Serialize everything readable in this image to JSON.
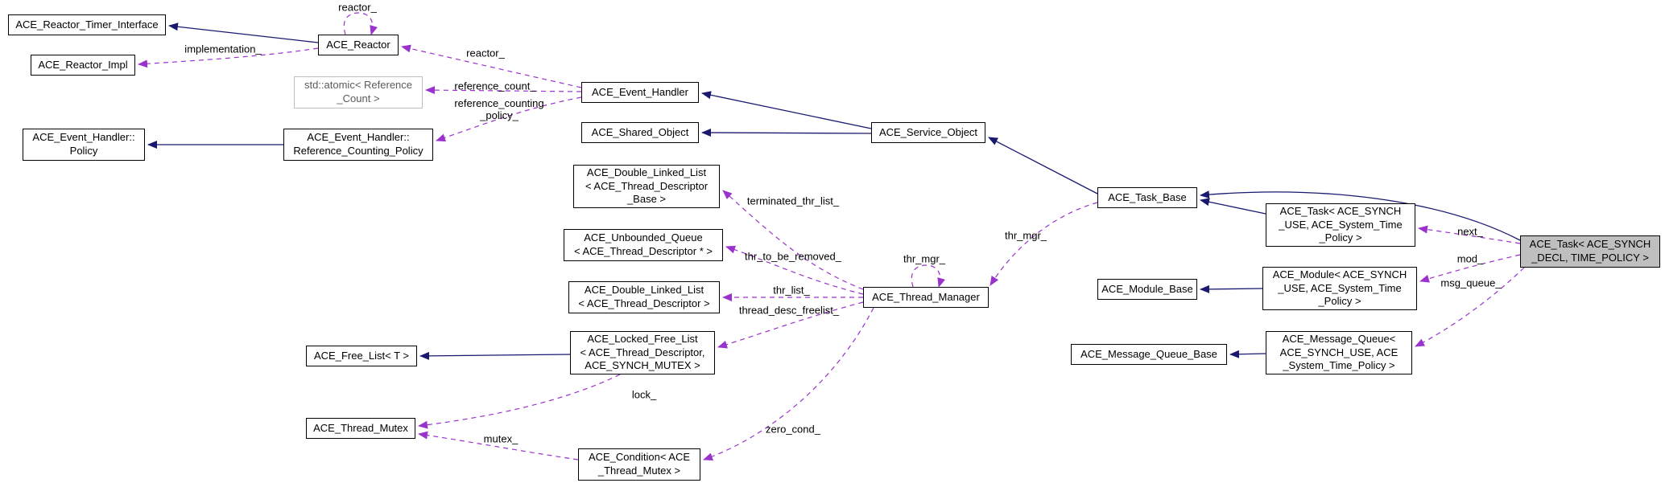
{
  "diagram": {
    "kind": "collaboration-graph",
    "colors": {
      "inheritance_edge": "#191970",
      "usage_edge": "#9A32CD",
      "node_border": "#000000",
      "node_fill": "#FFFFFF",
      "focus_node_fill": "#BFBFBF",
      "external_node_border": "#BEBEBE",
      "external_node_text": "#5A5A5A"
    },
    "nodes": {
      "reactor_timer_interface": "ACE_Reactor_Timer_Interface",
      "reactor_impl": "ACE_Reactor_Impl",
      "reactor": "ACE_Reactor",
      "atomic_reference_count": "std::atomic< Reference\n_Count >",
      "event_handler_policy": "ACE_Event_Handler::\nPolicy",
      "reference_counting_policy": "ACE_Event_Handler::\nReference_Counting_Policy",
      "event_handler": "ACE_Event_Handler",
      "shared_object": "ACE_Shared_Object",
      "service_object": "ACE_Service_Object",
      "double_linked_list_tdb": "ACE_Double_Linked_List\n< ACE_Thread_Descriptor\n_Base >",
      "unbounded_queue": "ACE_Unbounded_Queue\n< ACE_Thread_Descriptor * >",
      "double_linked_list_td": "ACE_Double_Linked_List\n< ACE_Thread_Descriptor >",
      "thread_manager": "ACE_Thread_Manager",
      "locked_free_list": "ACE_Locked_Free_List\n< ACE_Thread_Descriptor,\nACE_SYNCH_MUTEX >",
      "free_list": "ACE_Free_List< T >",
      "thread_mutex": "ACE_Thread_Mutex",
      "condition": "ACE_Condition< ACE\n_Thread_Mutex >",
      "task_base": "ACE_Task_Base",
      "task_use": "ACE_Task< ACE_SYNCH\n_USE, ACE_System_Time\n_Policy >",
      "module_base": "ACE_Module_Base",
      "module_use": "ACE_Module< ACE_SYNCH\n_USE, ACE_System_Time\n_Policy >",
      "message_queue_base": "ACE_Message_Queue_Base",
      "message_queue_use": "ACE_Message_Queue<\nACE_SYNCH_USE, ACE\n_System_Time_Policy >",
      "task_decl_focus": "ACE_Task< ACE_SYNCH\n_DECL, TIME_POLICY >"
    },
    "edge_labels": {
      "reactor_self": "reactor_",
      "reactor_member": "reactor_",
      "implementation": "implementation_",
      "reference_count": "reference_count_",
      "reference_counting_policy": "reference_counting\n_policy_",
      "terminated_thr_list": "terminated_thr_list_",
      "thr_to_be_removed": "thr_to_be_removed_",
      "thr_list": "thr_list_",
      "thread_desc_freelist": "thread_desc_freelist_",
      "thr_mgr_self": "thr_mgr_",
      "thr_mgr_member": "thr_mgr_",
      "lock": "lock_",
      "mutex": "mutex_",
      "zero_cond": "zero_cond_",
      "next": "next_",
      "mod": "mod_",
      "msg_queue": "msg_queue_"
    }
  }
}
